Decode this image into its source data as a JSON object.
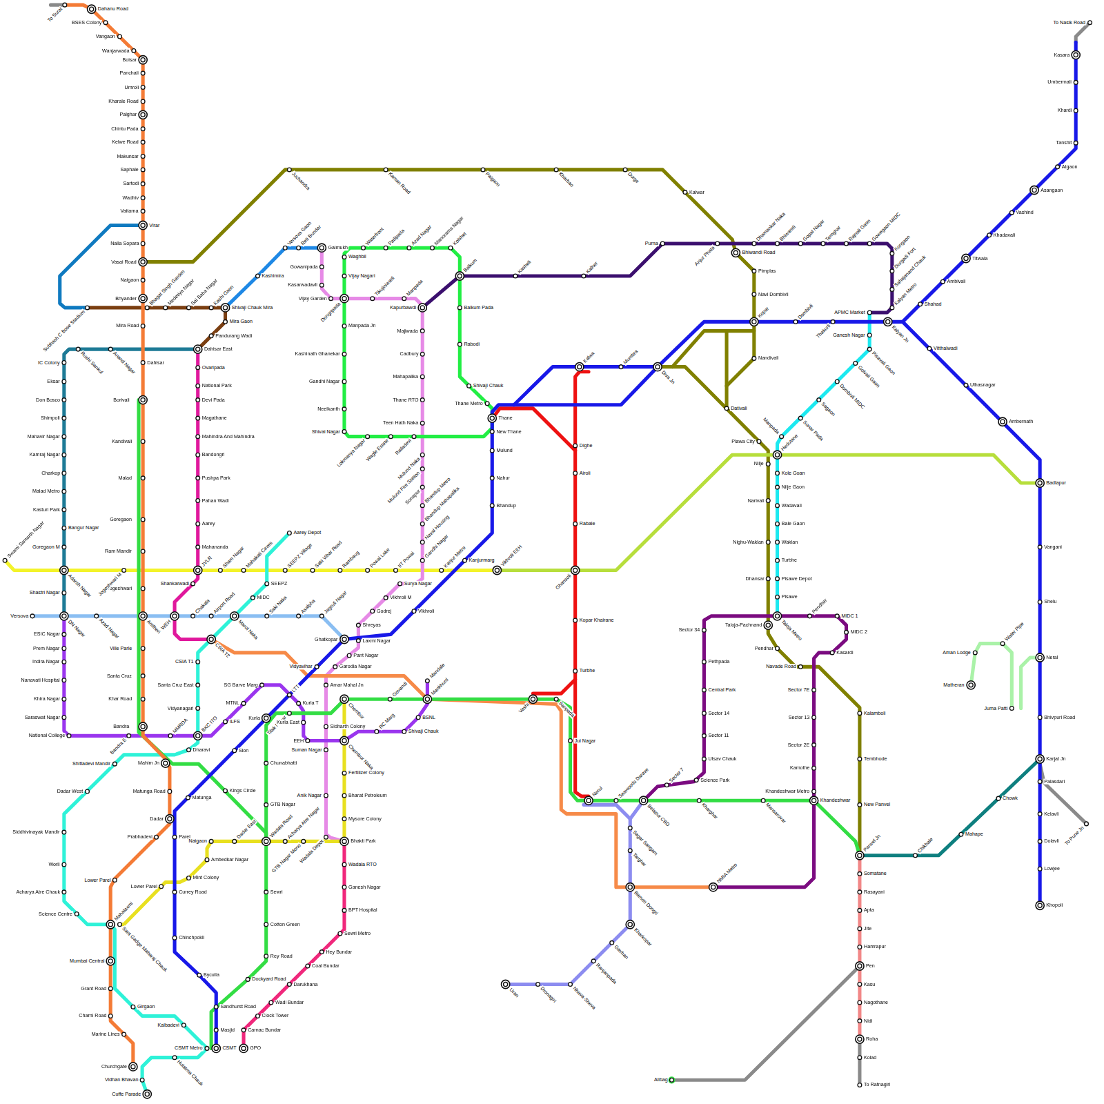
{
  "diagram": {
    "labels": [
      "To Surat",
      "Dahanu Road",
      "BSES Colony",
      "Vangaon",
      "Wanjarwada",
      "Boisar",
      "Panchali",
      "Umroli",
      "Kharale Road",
      "Palghar",
      "Chintu Pada",
      "Kelwe Road",
      "Makunsar",
      "Saphale",
      "Sartodi",
      "Wadhiv",
      "Vaitarna",
      "Virar",
      "Nalla Sopara",
      "Vasai Road",
      "Naigaon",
      "Bhyander",
      "Mira Road",
      "Dahisar",
      "Borivali",
      "Kandivali",
      "Malad",
      "Goregaon",
      "Ram Mandir",
      "Jogeshwari",
      "Andheri",
      "Ville Parle",
      "Santa Cruz",
      "Khar Road",
      "Bandra",
      "Mahim Jn",
      "Matunga Road",
      "Dadar",
      "Prabhadevi",
      "Lower Parel",
      "Mahalaxmi",
      "Mumbai Central",
      "Grant Road",
      "Charni Road",
      "Marine Lines",
      "Churchgate",
      "CSMT",
      "Masjid",
      "Sandhurst Road",
      "Byculla",
      "Chinchpokli",
      "Currey Road",
      "Parel",
      "Matunga",
      "Sion",
      "Kurla",
      "LTT",
      "Vidyavihar",
      "Ghatkopar",
      "Vikhroli",
      "Kanjurmarg",
      "Bhandup",
      "Nahur",
      "Mulund",
      "New Thane",
      "Thane",
      "Thane Metro",
      "Kalwa",
      "Mumbra",
      "Diva Jn",
      "Kopar",
      "Dombivli",
      "Thakurli",
      "Kalyan Jn",
      "Shahad",
      "Ambivali",
      "Titwala",
      "Khadavali",
      "Vashind",
      "Asangaon",
      "Atgaon",
      "Tanshit",
      "Khardi",
      "Umbermali",
      "Kasara",
      "To Nasik Road",
      "Vitthalwadi",
      "Ulhasnagar",
      "Ambernath",
      "Badlapur",
      "Vangani",
      "Shelu",
      "Neral",
      "Bhivpuri Road",
      "Karjat Jn",
      "Palasdari",
      "Kelavli",
      "Dolavli",
      "Lowjee",
      "Khopoli",
      "To Pune Jn",
      "Dockyard Road",
      "Rey Road",
      "Cotton Green",
      "Sewri",
      "Wadala Road",
      "GTB Nagar",
      "Chunabhatti",
      "Kings Circle",
      "Tilak Nagar",
      "Chembur",
      "Govandi",
      "Mankhurd",
      "Vashi",
      "Sanpada",
      "Jui Nagar",
      "Nerul",
      "Seawoods Darave",
      "Belapur CBD",
      "Kharghar",
      "Mansarovar",
      "Khandeshwar",
      "Panvel Jn",
      "Waghbil",
      "Waterfront",
      "Patlipada",
      "Azad Nagar",
      "Manorama Nagar",
      "Kolshet",
      "Balkum",
      "Balkum Pada",
      "Rabodi",
      "Shivaji Chauk",
      "Railadevi",
      "Wagle Estate",
      "Lokmanya Nagar",
      "Shivai Nagar",
      "Neelkanth",
      "Gandhi Nagar",
      "Kashinath Ghanekar",
      "Manpada Jn",
      "Dongripada",
      "Vijay Nagari",
      "Gaimukh",
      "Gowanipada",
      "Kasarwadavli",
      "Vijay Garden",
      "Tikujiniwadi",
      "Manpada",
      "Kapurbawdi",
      "Majiwada",
      "Cadbury",
      "Mahapalika",
      "Thane RTO",
      "Teen Hath Naka",
      "Mulund Naka",
      "Mulund Fire Station",
      "Sonapur",
      "Bhandup Metro",
      "Bhandup Mahapalika",
      "Naval Housing",
      "Gandhi Nagar",
      "Surya Nagar",
      "Vikhroli M",
      "Godrej",
      "Shreyas",
      "Laxmi Nagar",
      "Pant Nagar",
      "Garodia Nagar",
      "Amar Mahal Jn",
      "Sidharth Colony",
      "Suman Nagar",
      "Anik Nagar",
      "Wadala Depot",
      "Kashimira",
      "Versova Gaon",
      "Reti Bundar",
      "Shivaji Chauk Mira",
      "Kashi Gaon",
      "Sai Baba Nagar",
      "Medetiya Nagar",
      "Bhagat Singh Garden",
      "Subhash C Bose Stadium",
      "Mira Gaon",
      "Pandurang Wadi",
      "Dahisar East",
      "Anand Nagar",
      "Rushi Sankul",
      "IC Colony",
      "Eksar",
      "Don Bosco",
      "Shimpoli",
      "Mahavir Nagar",
      "Kamraj Nagar",
      "Charkop",
      "Malad Metro",
      "Kasturi Park",
      "Bangur Nagar",
      "Goregaon M",
      "Adarsh Nagar",
      "Shastri Nagar",
      "DN Nagar",
      "Ovaripada",
      "National Park",
      "Devi Pada",
      "Magathane",
      "Mahindra And Mahindra",
      "Bandongri",
      "Pushpa Park",
      "Pahan Wadi",
      "Aarey",
      "Mahananda",
      "JVLR",
      "Shankarwadi",
      "WEH",
      "CSIA T2",
      "ESIC Nagar",
      "Prem Nagar",
      "Indira Nagar",
      "Nanavati Hospital",
      "Khira Nagar",
      "Saraswat Nagar",
      "National College",
      "Bandra E",
      "MMRDA",
      "BKC ITO",
      "ILFS",
      "MTNL",
      "SG Barve Marg",
      "Kurla T",
      "Kurla East",
      "EEH",
      "Chembur Naka",
      "RC Marg",
      "Shivaji Chauk",
      "BSNL",
      "Mandale",
      "Swami Samarth Nagar",
      "Jogeshwari M",
      "Sham Nagar",
      "Mahakali Caves",
      "SEEPZ Village",
      "Saki Vihar Road",
      "Rambaug",
      "Powai Lake",
      "IIT Powai",
      "Kanjur Metro",
      "Vikhroli EEH",
      "Versova",
      "Azad Nagar",
      "Chakala",
      "Airport Road",
      "Marol Naka",
      "Saki Naka",
      "Asalpha",
      "Jagruti Nagar",
      "Aarey Depot",
      "SEEPZ",
      "MIDC",
      "CSIA T1",
      "Santa Cruz East",
      "Vidyanagari",
      "Dharavi",
      "Shitladevi Mandir",
      "Dadar West",
      "Siddhivinayak Mandir",
      "Worli",
      "Acharya Atre Chauk",
      "Science Centre",
      "Girgaon",
      "Kalbadevi",
      "CSMT Metro",
      "Hutatma Chauk",
      "Vidhan Bhavan",
      "Cuffe Parade",
      "Fertilizer Colony",
      "Bharat Petroleum",
      "Mysore Colony",
      "Bhakti Park",
      "GTB Nagar Mono",
      "Acharya Atre Nagar",
      "Dadar East",
      "Naigaon",
      "Ambedkar Nagar",
      "Mint Colony",
      "Lower Parel",
      "Sant Gadge Maharaj Chauk",
      "Wadala RTO",
      "Ganesh Nagar",
      "BPT Hospital",
      "Sewri Metro",
      "Hey Bundar",
      "Coal Bundar",
      "Darukhana",
      "Wadi Bundar",
      "Clock Tower",
      "Carnac Bundar",
      "GPO",
      "Dighe",
      "Airoli",
      "Rabale",
      "Ghansoli",
      "Kopar Khairane",
      "Turbhe",
      "Juchandra",
      "Kaman Road",
      "Paigaon",
      "Kharbao",
      "Durge",
      "Kalwar",
      "Bhiwandi Road",
      "Pimplas",
      "Navi Dombivli",
      "Nandivali",
      "Dativali",
      "Plawa City",
      "Nilje",
      "Narivali",
      "Nighu-Waklan",
      "Dhansar",
      "Taloja-Pachnand",
      "Pendhar",
      "Navade Road",
      "Kalamboli",
      "Tembhode",
      "New Panvel",
      "Kasheli",
      "Kalher",
      "Purna",
      "Anjur Phata",
      "Dhamankar Naka",
      "Bhiwandi",
      "Gopal Nagar",
      "Temghar",
      "Rajnoli Gaon",
      "Gowegaon MIDC",
      "Kongaon",
      "Durgadi Fort",
      "Sahajanand Chauk",
      "Kalyan Metro",
      "APMC Market",
      "Ganesh Nagar",
      "Pisavali Gaon",
      "Golvali Gaon",
      "Dombivli MIDC",
      "Sagaon",
      "Sonar Pada",
      "Manpada",
      "Hedutane",
      "Kole Goan",
      "Nilje Gaon",
      "Wadavali",
      "Bale Gaon",
      "Waklan",
      "Turbhe",
      "Pisawe Depot",
      "Pisawe",
      "Taloja Metro",
      "Pendhar",
      "MIDC 1",
      "MIDC 2",
      "Kasardi",
      "Sector 34",
      "Pethpada",
      "Central Park",
      "Sector 14",
      "Sector 11",
      "Utsav Chauk",
      "Science Park",
      "Sector 7",
      "Sector 7E",
      "Sector 13",
      "Sector 2E",
      "Kamothe",
      "Khandeshwar Metro",
      "NMIA Metro",
      "Sagar Sangam",
      "Targhar",
      "Bamon Dongri",
      "Kharkopar",
      "Gavhan",
      "Ranjanpada",
      "Nhava-Sheva",
      "Dronagiri",
      "Uran",
      "Somatane",
      "Rasayani",
      "Apta",
      "Jite",
      "Hamrapur",
      "Pen",
      "Kasu",
      "Nagothane",
      "Nidi",
      "Roha",
      "Kolad",
      "To Ratnagiri",
      "Alibag",
      "Chikhale",
      "Mahape",
      "Chowk",
      "Matheran",
      "Aman Lodge",
      "Water Pipe",
      "Juma Patti"
    ]
  }
}
